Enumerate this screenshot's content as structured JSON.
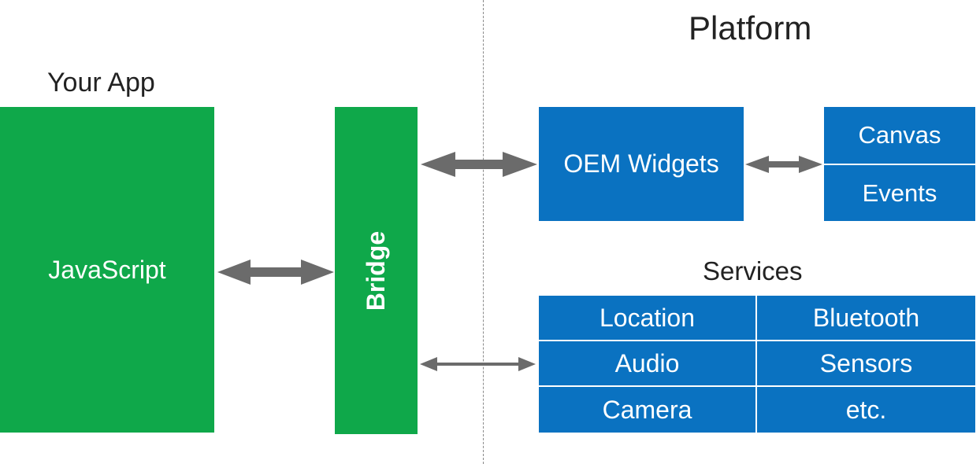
{
  "headings": {
    "platform": "Platform",
    "your_app": "Your App",
    "services": "Services"
  },
  "blocks": {
    "javascript": "JavaScript",
    "bridge": "Bridge",
    "oem_widgets": "OEM Widgets",
    "canvas": "Canvas",
    "events": "Events"
  },
  "services": {
    "location": "Location",
    "bluetooth": "Bluetooth",
    "audio": "Audio",
    "sensors": "Sensors",
    "camera": "Camera",
    "etc": "etc."
  },
  "colors": {
    "app_green": "#0fa84a",
    "platform_blue": "#0a72c1",
    "arrow_gray": "#6b6b6b",
    "text_dark": "#222222"
  }
}
